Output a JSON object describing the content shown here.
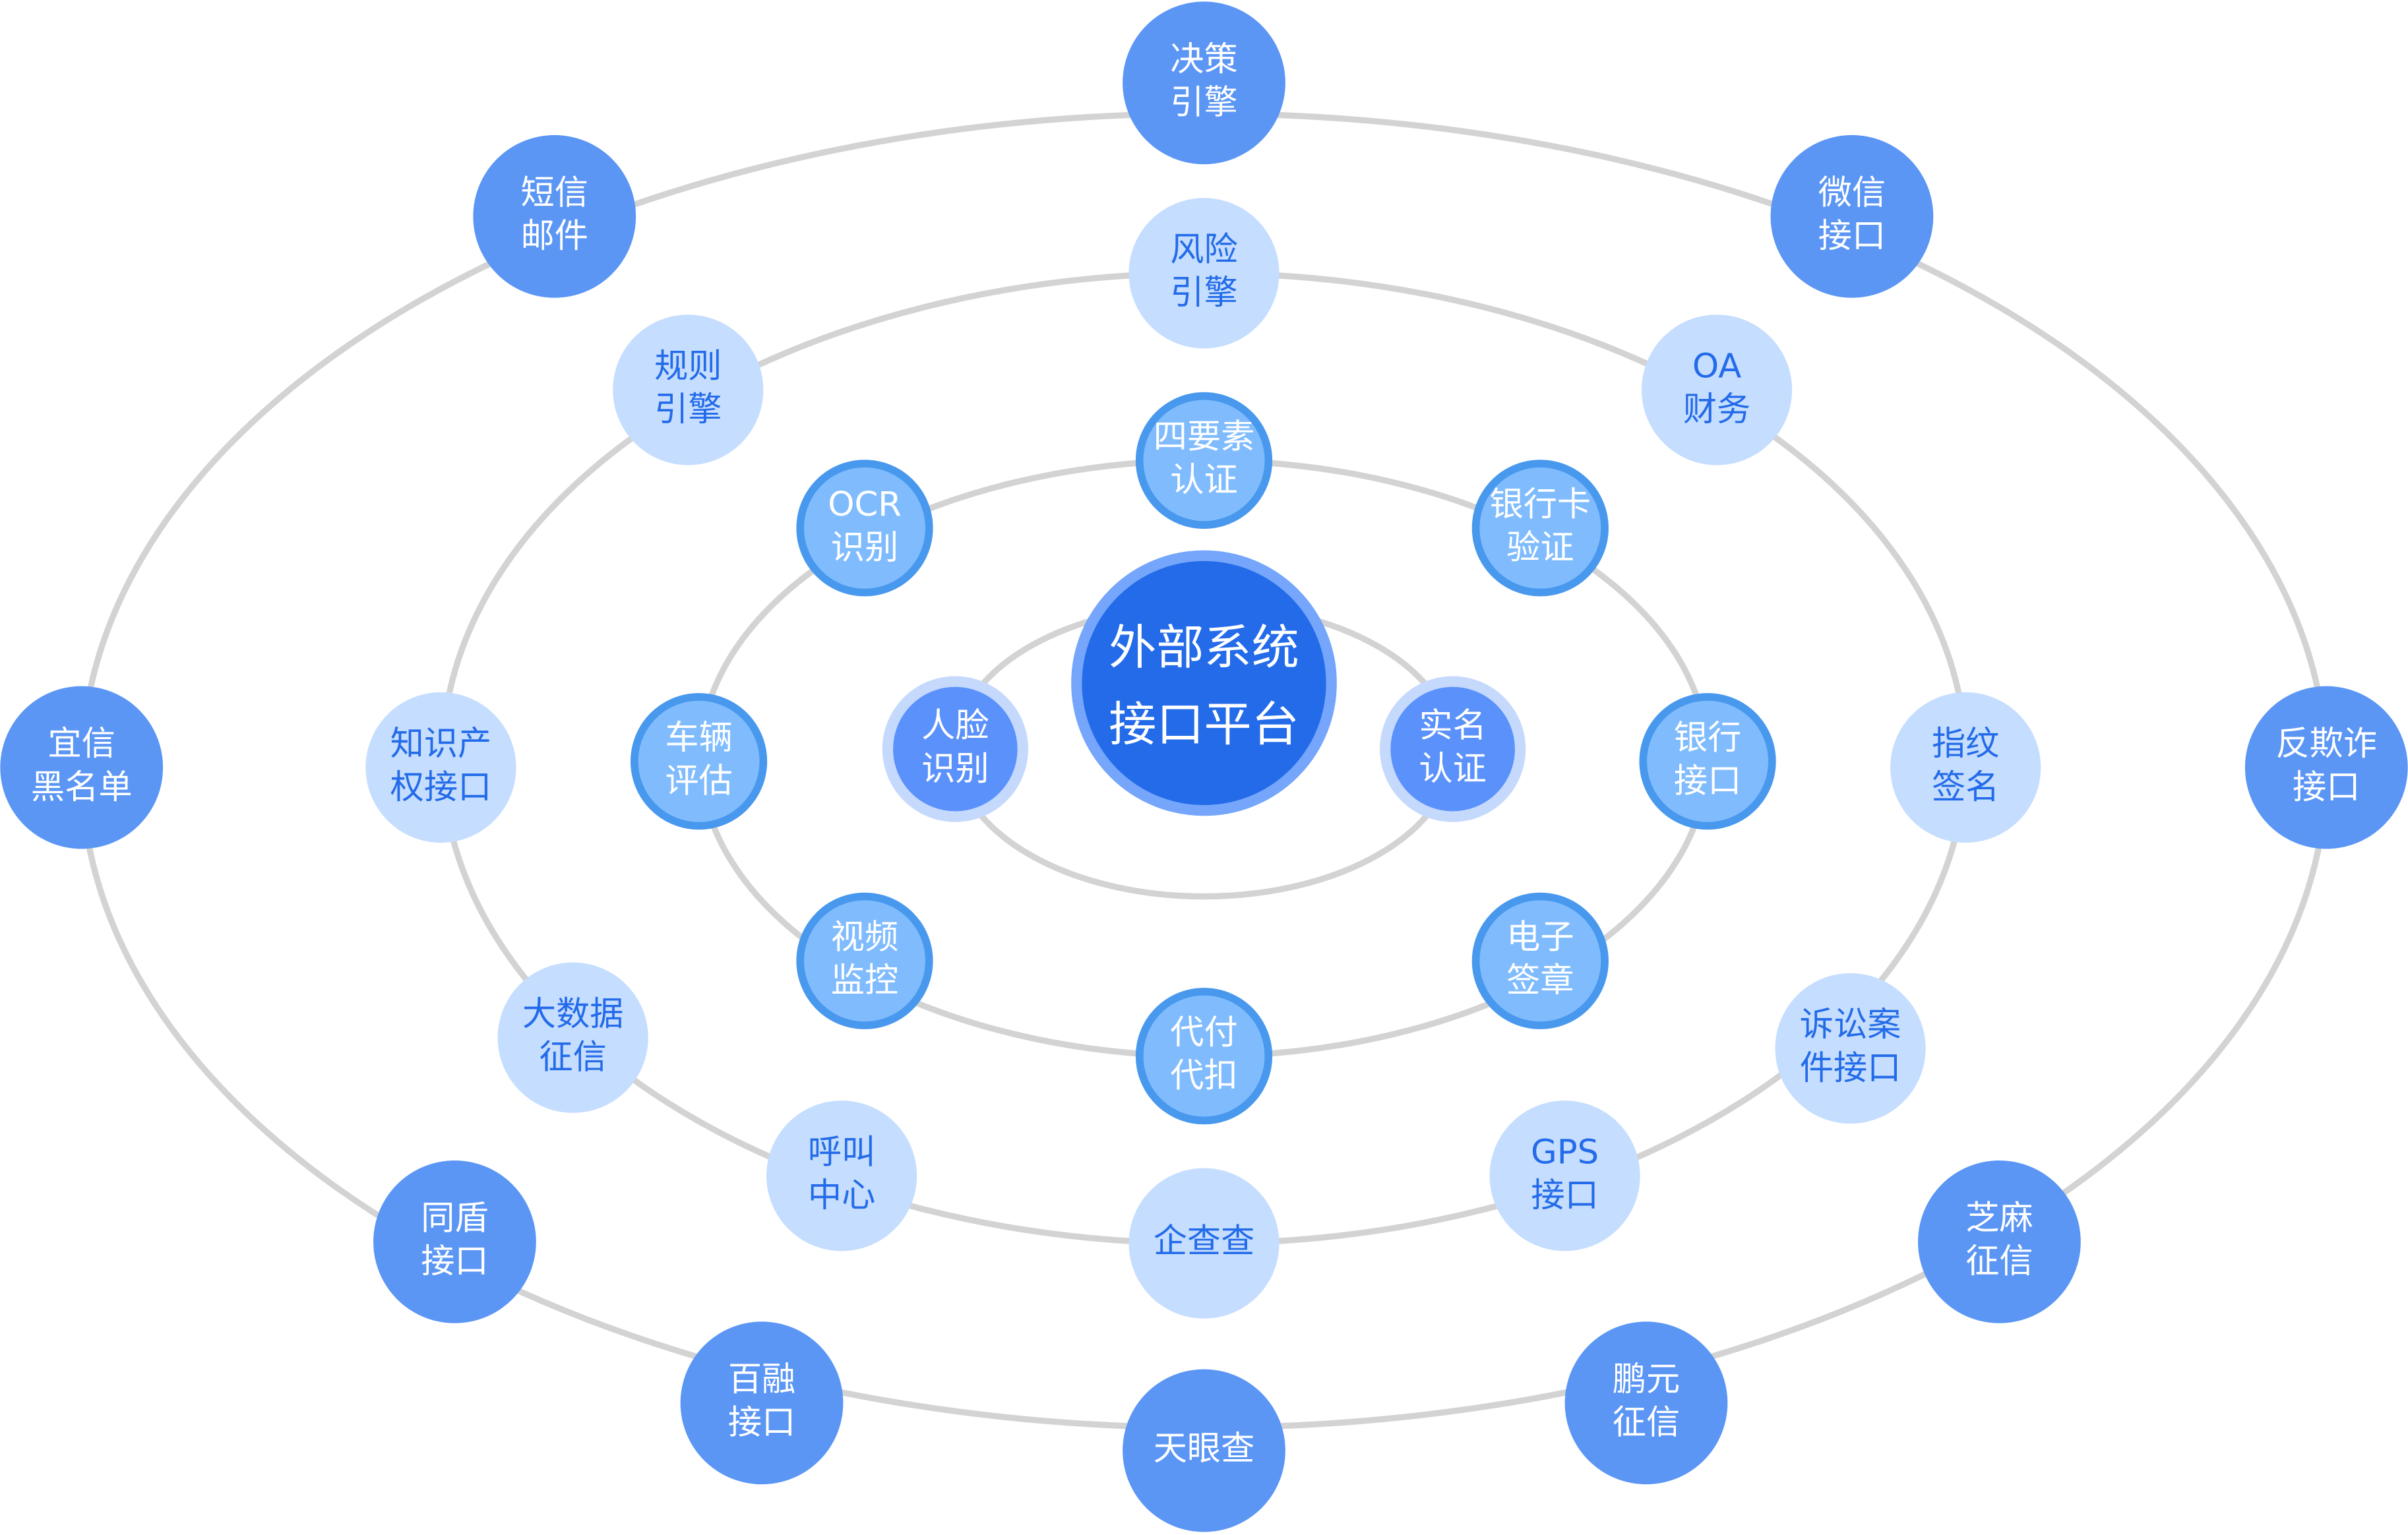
{
  "colors": {
    "ring_line": "#d3d3d3",
    "center_fill": "#236be9",
    "center_halo": "#75a6fb",
    "inner_fill": "#5b91fb",
    "inner_halo": "#c5d9fd",
    "second_fill": "#80bcfd",
    "second_border": "#4898ee",
    "third_fill": "#c5ddfe",
    "third_text": "#236be9",
    "outer_fill": "#5b96f5",
    "light_text": "#ffffff"
  },
  "center": {
    "lines": [
      "外部系统",
      "接口平台"
    ]
  },
  "rings": [
    {
      "name": "inner",
      "nodes": [
        {
          "lines": [
            "人脸",
            "识别"
          ]
        },
        {
          "lines": [
            "实名",
            "认证"
          ]
        }
      ]
    },
    {
      "name": "second",
      "nodes": [
        {
          "lines": [
            "四要素",
            "认证"
          ]
        },
        {
          "lines": [
            "银行卡",
            "验证"
          ]
        },
        {
          "lines": [
            "银行",
            "接口"
          ]
        },
        {
          "lines": [
            "电子",
            "签章"
          ]
        },
        {
          "lines": [
            "代付",
            "代扣"
          ]
        },
        {
          "lines": [
            "视频",
            "监控"
          ]
        },
        {
          "lines": [
            "车辆",
            "评估"
          ]
        },
        {
          "lines": [
            "OCR",
            "识别"
          ]
        }
      ]
    },
    {
      "name": "third",
      "nodes": [
        {
          "lines": [
            "风险",
            "引擎"
          ]
        },
        {
          "lines": [
            "OA",
            "财务"
          ]
        },
        {
          "lines": [
            "指纹",
            "签名"
          ]
        },
        {
          "lines": [
            "诉讼案",
            "件接口"
          ]
        },
        {
          "lines": [
            "GPS",
            "接口"
          ]
        },
        {
          "lines": [
            "企查查"
          ]
        },
        {
          "lines": [
            "呼叫",
            "中心"
          ]
        },
        {
          "lines": [
            "大数据",
            "征信"
          ]
        },
        {
          "lines": [
            "知识产",
            "权接口"
          ]
        },
        {
          "lines": [
            "规则",
            "引擎"
          ]
        }
      ]
    },
    {
      "name": "outer",
      "nodes": [
        {
          "lines": [
            "决策",
            "引擎"
          ]
        },
        {
          "lines": [
            "微信",
            "接口"
          ]
        },
        {
          "lines": [
            "反欺诈",
            "接口"
          ]
        },
        {
          "lines": [
            "芝麻",
            "征信"
          ]
        },
        {
          "lines": [
            "鹏元",
            "征信"
          ]
        },
        {
          "lines": [
            "天眼查"
          ]
        },
        {
          "lines": [
            "百融",
            "接口"
          ]
        },
        {
          "lines": [
            "同盾",
            "接口"
          ]
        },
        {
          "lines": [
            "宜信",
            "黑名单"
          ]
        },
        {
          "lines": [
            "短信",
            "邮件"
          ]
        }
      ]
    }
  ]
}
